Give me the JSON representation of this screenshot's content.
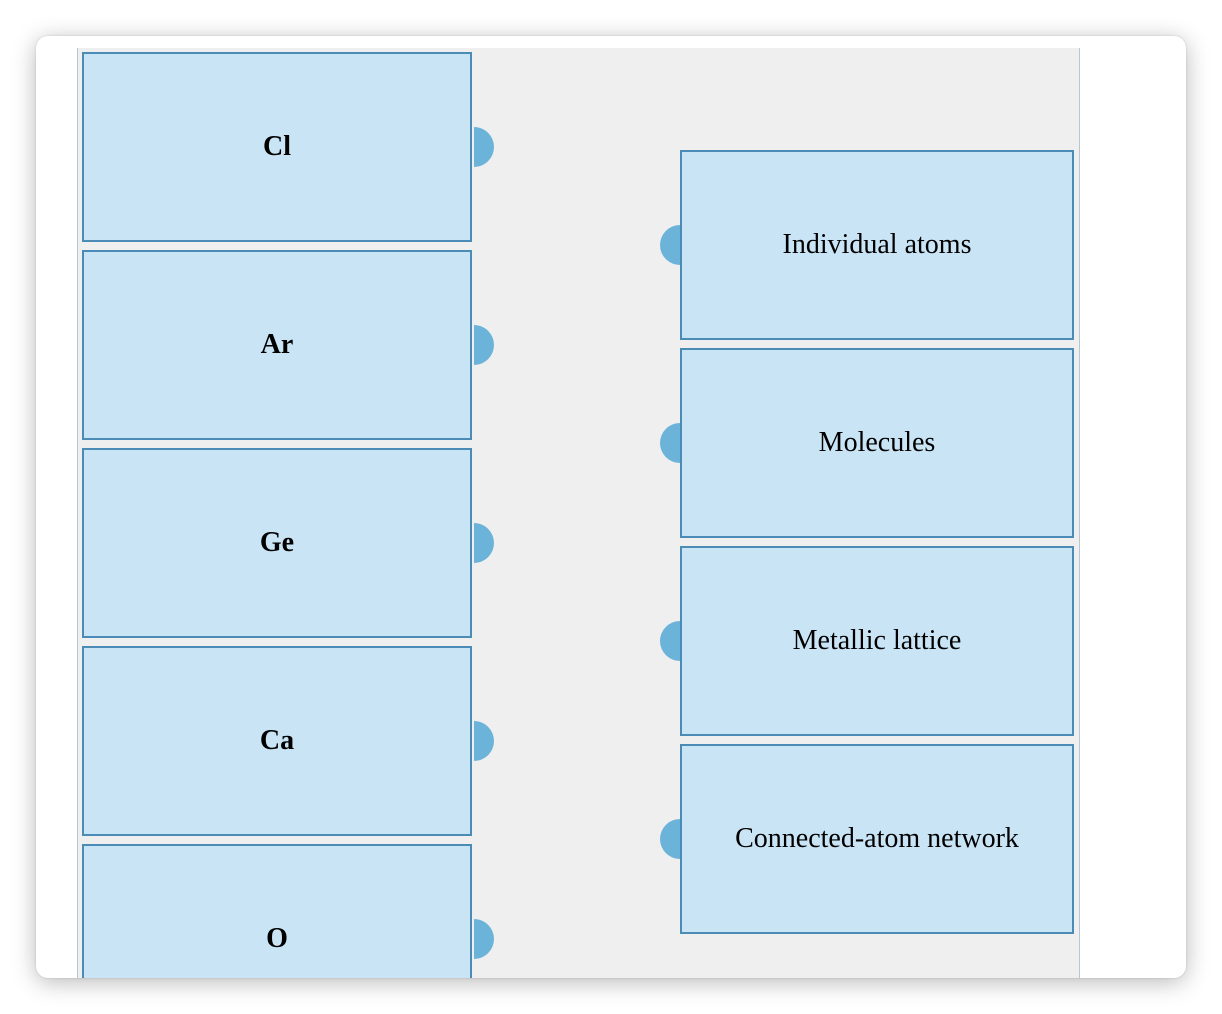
{
  "elements": [
    {
      "label": "Cl"
    },
    {
      "label": "Ar"
    },
    {
      "label": "Ge"
    },
    {
      "label": "Ca"
    },
    {
      "label": "O"
    }
  ],
  "categories": [
    {
      "label": "Individual atoms"
    },
    {
      "label": "Molecules"
    },
    {
      "label": "Metallic lattice"
    },
    {
      "label": "Connected-atom network"
    }
  ],
  "colors": {
    "card_fill": "#c9e4f5",
    "card_border": "#4a8cb5",
    "connector": "#6bb3d8",
    "panel_bg": "#efefef"
  }
}
